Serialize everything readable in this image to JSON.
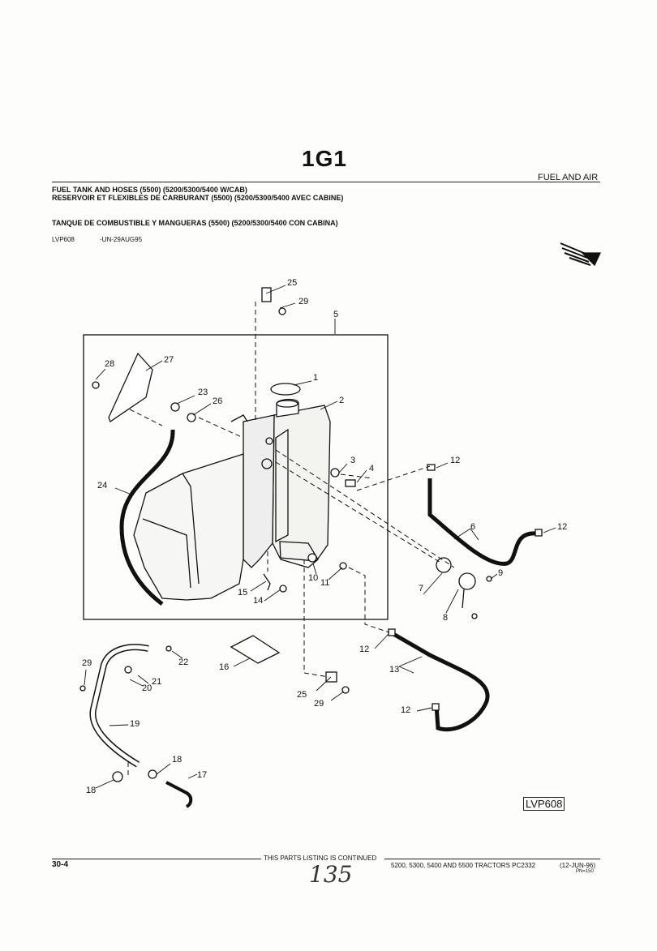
{
  "header": {
    "code": "1G1",
    "section": "FUEL AND AIR",
    "title_en": "FUEL TANK AND HOSES (5500) (5200/5300/5400 W/CAB)",
    "title_fr": "RESERVOIR ET FLEXIBLES DE CARBURANT (5500) (5200/5300/5400 AVEC CABINE)",
    "title_es": "TANQUE DE COMBUSTIBLE Y MANGUERAS (5500) (5200/5300/5400 CON CABINA)",
    "ref_id": "LVP608",
    "ref_date": "-UN-29AUG95"
  },
  "diagram": {
    "box_label": "LVP608",
    "callouts": [
      {
        "n": "1"
      },
      {
        "n": "2"
      },
      {
        "n": "3"
      },
      {
        "n": "4"
      },
      {
        "n": "5"
      },
      {
        "n": "6"
      },
      {
        "n": "7"
      },
      {
        "n": "8"
      },
      {
        "n": "9"
      },
      {
        "n": "10"
      },
      {
        "n": "11"
      },
      {
        "n": "12"
      },
      {
        "n": "13"
      },
      {
        "n": "14"
      },
      {
        "n": "15"
      },
      {
        "n": "16"
      },
      {
        "n": "17"
      },
      {
        "n": "18"
      },
      {
        "n": "19"
      },
      {
        "n": "20"
      },
      {
        "n": "21"
      },
      {
        "n": "22"
      },
      {
        "n": "23"
      },
      {
        "n": "24"
      },
      {
        "n": "25"
      },
      {
        "n": "26"
      },
      {
        "n": "27"
      },
      {
        "n": "28"
      },
      {
        "n": "29"
      }
    ]
  },
  "footer": {
    "page": "30-4",
    "continued": "THIS PARTS LISTING IS CONTINUED",
    "models": "5200, 5300, 5400 AND 5500 TRACTORS   PC2332",
    "date": "(12-JUN-96)",
    "pn": "PN=150",
    "handwritten": "135"
  }
}
